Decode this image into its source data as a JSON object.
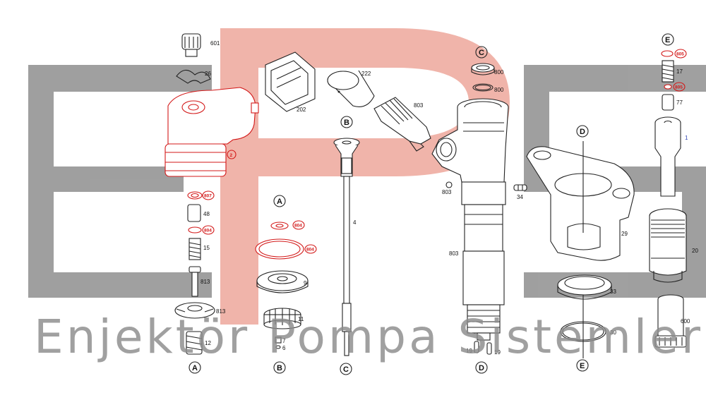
{
  "watermark": {
    "text": "Enjektör Pompa Sistemleri",
    "logo_gray": "#8f8f8f",
    "logo_red": "#e88a7a"
  },
  "section_markers": {
    "A_top": "A",
    "A_bottom": "A",
    "B_top": "B",
    "B_bottom": "B",
    "C_top": "C",
    "C_bottom": "C",
    "D_top": "D",
    "D_bottom": "D",
    "E_top": "E",
    "E_bottom": "E"
  },
  "parts": {
    "p601": "601",
    "p26": "26",
    "p202": "202",
    "p2": "2",
    "p807": "807",
    "p48": "48",
    "p804a": "804",
    "p15": "15",
    "p813a": "813",
    "p813b": "813",
    "p12": "12",
    "p804b": "804",
    "p804c": "804",
    "p9": "9",
    "p11": "11",
    "p7": "7",
    "p6": "6",
    "p222": "222",
    "p803a": "803",
    "p4": "4",
    "p800a": "800",
    "p800b": "800",
    "p803b": "803",
    "p803c": "803",
    "p34": "34",
    "p19a": "19",
    "p19b": "19",
    "p29": "29",
    "p33": "33",
    "p30": "30",
    "p805a": "805",
    "p17": "17",
    "p805b": "805",
    "p77": "77",
    "p1": "1",
    "p20": "20",
    "p600": "600"
  },
  "colors": {
    "line": "#222222",
    "highlight": "#d31919",
    "label_blue": "#2a3fb0"
  }
}
